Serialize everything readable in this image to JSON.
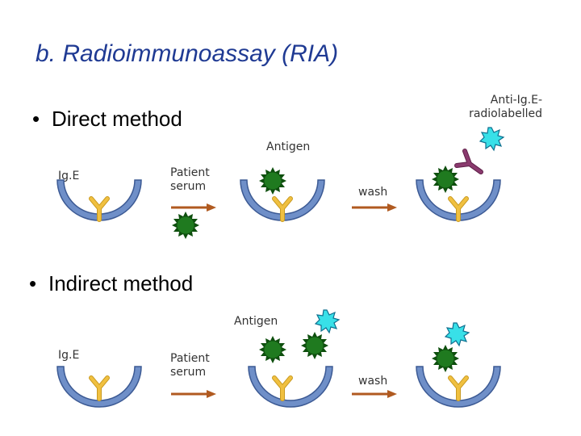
{
  "title": "b. Radioimmunoassay (RIA)",
  "direct": {
    "bullet_label": "Direct method",
    "ige_label": "Ig.E",
    "patient_serum_line1": "Patient",
    "patient_serum_line2": "serum",
    "antigen_label": "Antigen",
    "wash_label": "wash",
    "anti_ige_line1": "Anti-Ig.E-",
    "anti_ige_line2": "radiolabelled"
  },
  "indirect": {
    "bullet_label": "Indirect method",
    "ige_label": "Ig.E",
    "patient_serum_line1": "Patient",
    "patient_serum_line2": "serum",
    "antigen_label": "Antigen",
    "wash_label": "wash"
  },
  "colors": {
    "title": "#1f3a93",
    "well_fill": "#6f8fc8",
    "well_stroke": "#3c5a94",
    "antibody": "#f0c040",
    "antigen": "#1f7a1f",
    "arrow": "#b05a20",
    "anti_ige": "#8a3a6e",
    "radiolabel": "#38e0e8"
  },
  "icons": {
    "well": "well-dish-icon",
    "antibody": "antibody-y-icon",
    "antigen": "antigen-spiky-icon",
    "radiolabel": "radiolabel-star-icon",
    "arrow": "right-arrow-icon"
  }
}
